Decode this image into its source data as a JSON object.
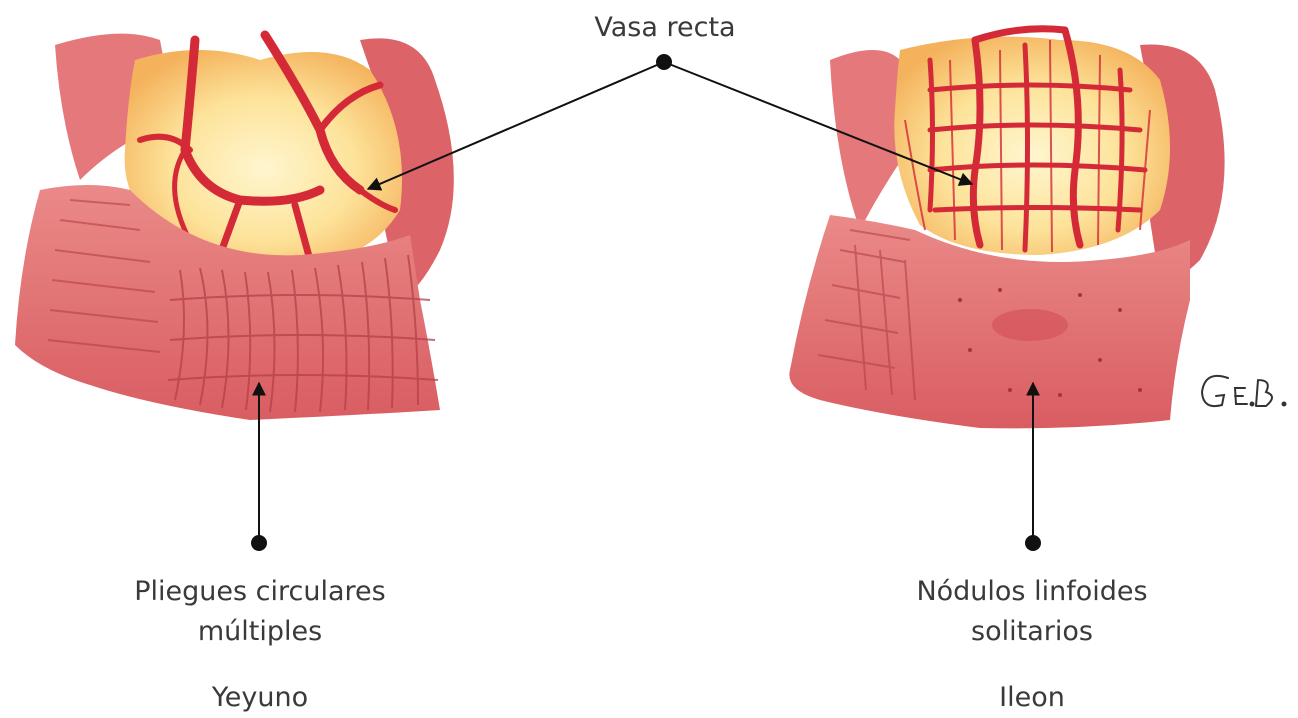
{
  "labels": {
    "vasa_recta": "Vasa recta",
    "yeyuno_feature_line1": "Pliegues circulares",
    "yeyuno_feature_line2": "múltiples",
    "yeyuno_name": "Yeyuno",
    "ileon_feature_line1": "Nódulos linfoides",
    "ileon_feature_line2": "solitarios",
    "ileon_name": "Ileon"
  },
  "signature": "GEB.",
  "colors": {
    "tissue": "#e06a6c",
    "tissue_dark": "#c84a52",
    "vessel": "#d42a38",
    "fat": "#fbd77a",
    "fat_light": "#fff3c0",
    "line": "#111111",
    "text": "#3a3a3a"
  }
}
